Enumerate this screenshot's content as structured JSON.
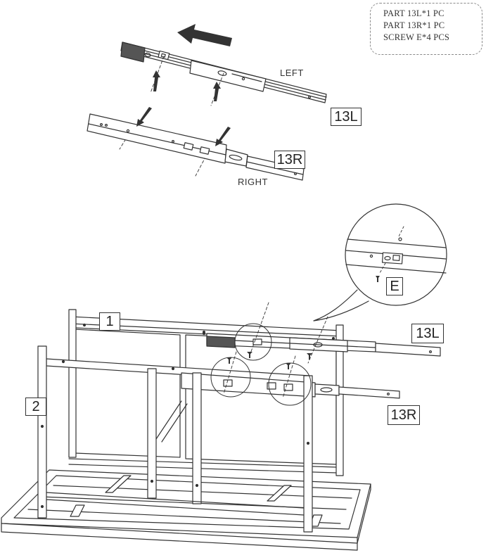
{
  "parts_list": {
    "line1": "PART 13L*1 PC",
    "line2": "PART 13R*1 PC",
    "line3": "SCREW E*4 PCS"
  },
  "labels": {
    "left": "LEFT",
    "right": "RIGHT",
    "part_13l": "13L",
    "part_13r": "13R",
    "part_1": "1",
    "part_2": "2",
    "screw_e": "E"
  }
}
